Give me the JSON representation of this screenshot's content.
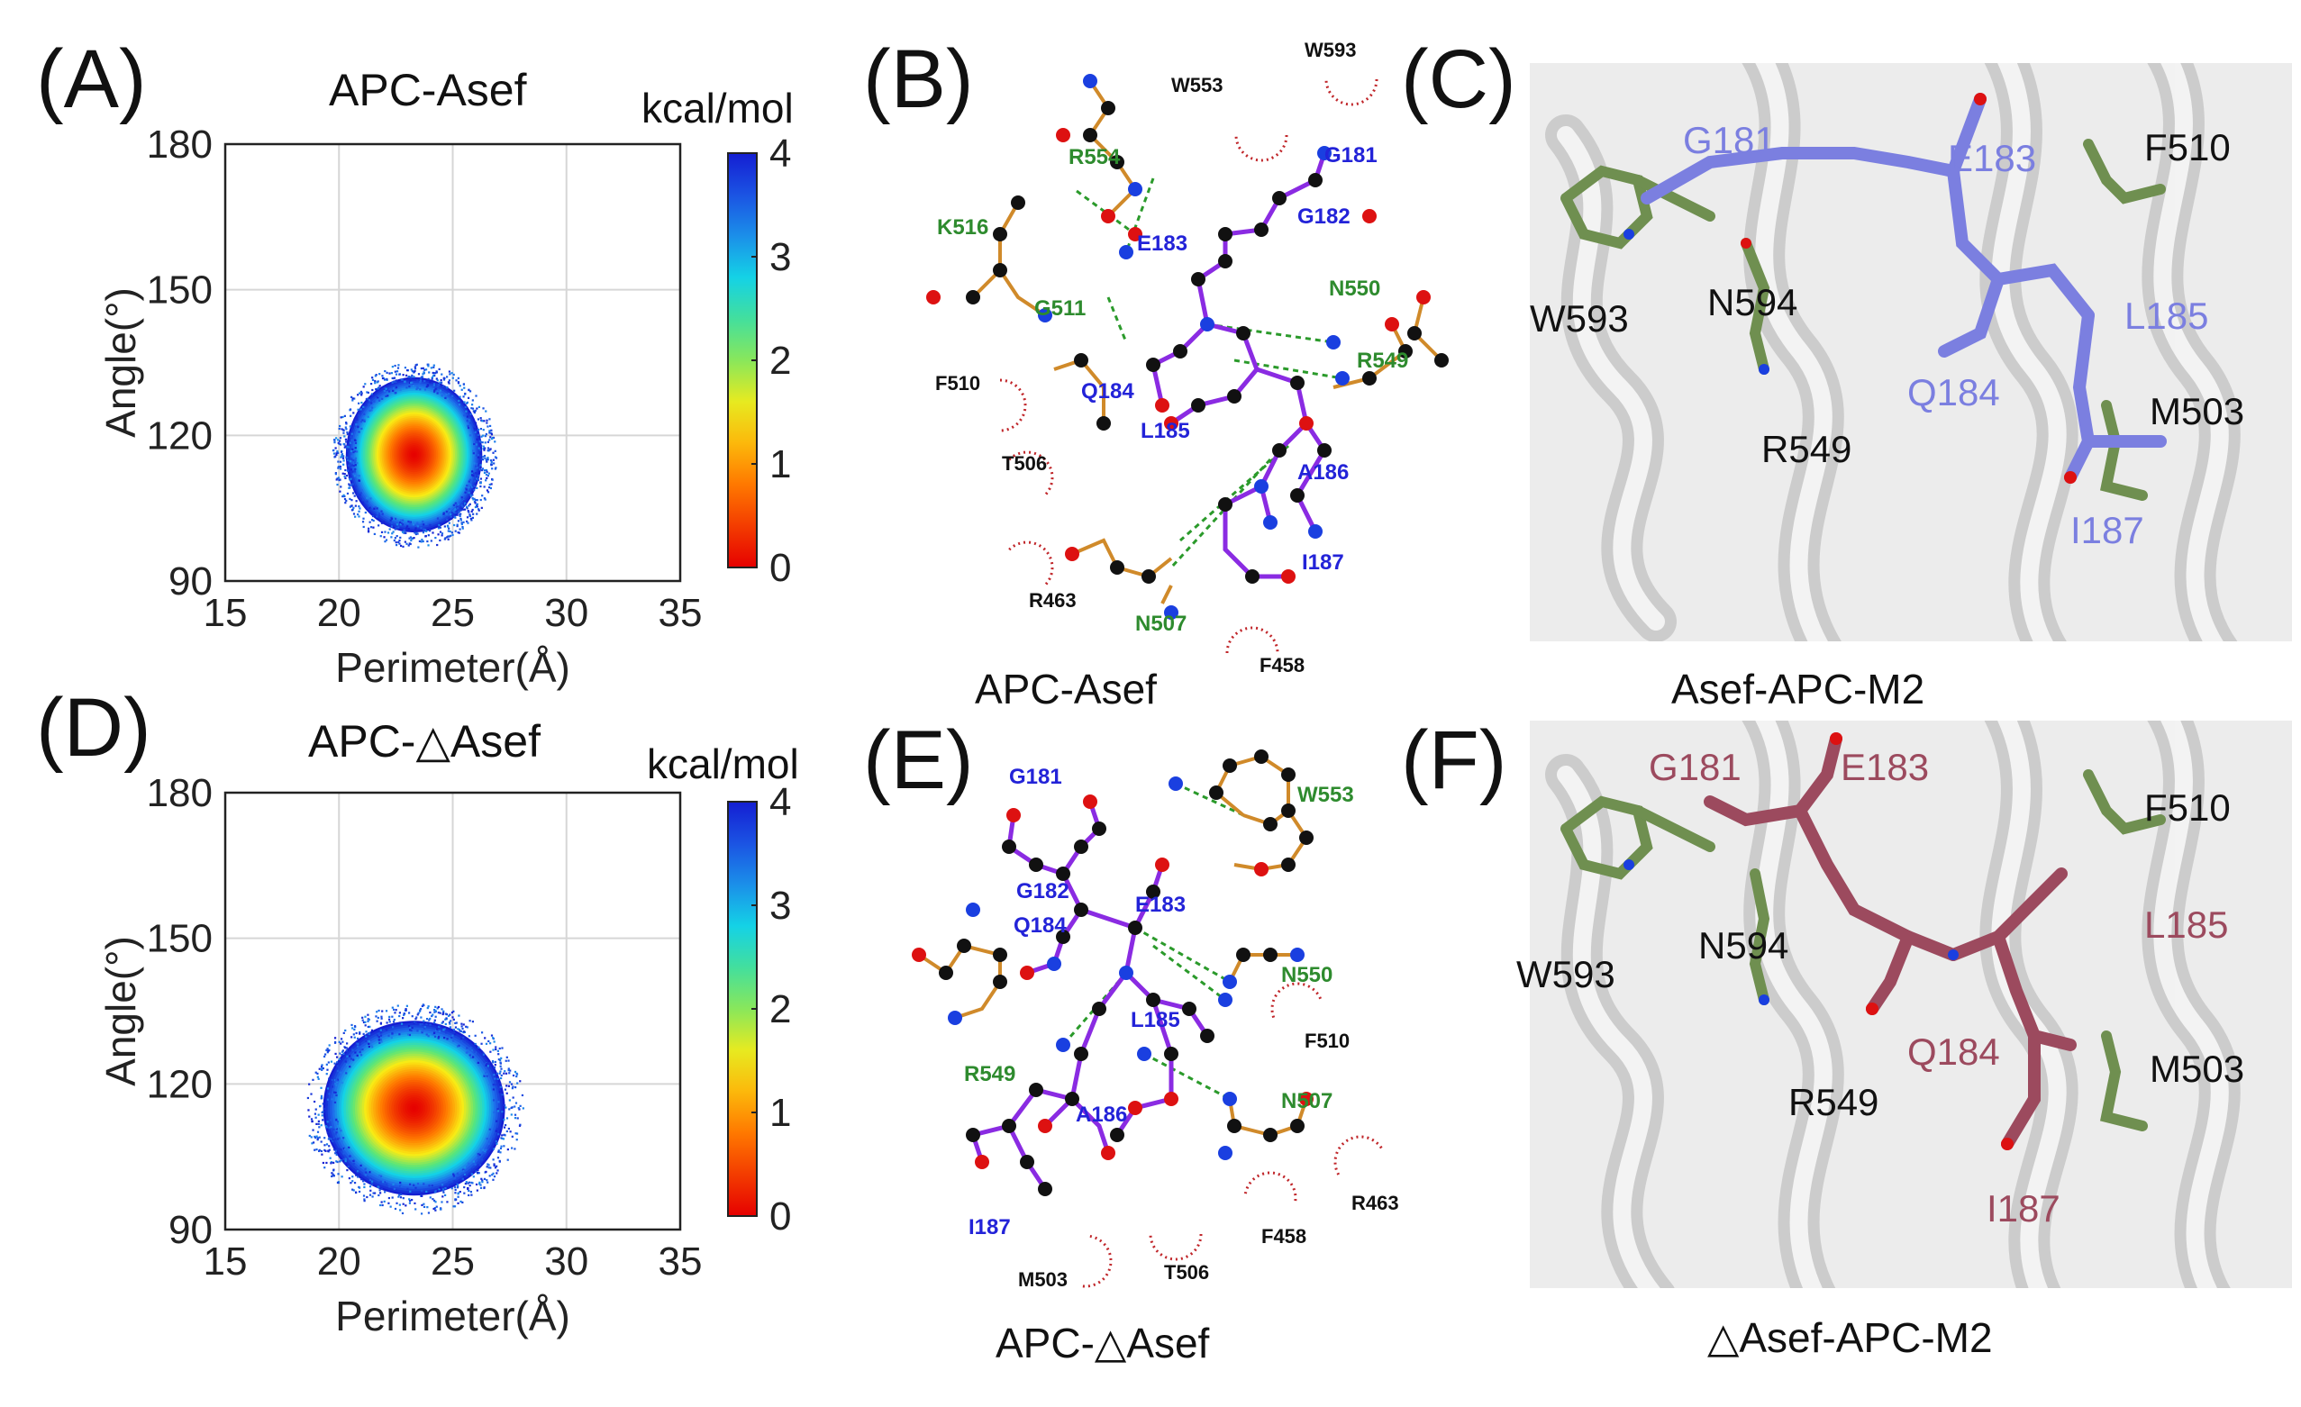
{
  "panels": {
    "A": {
      "letter": "(A)",
      "title": "APC-Asef",
      "colorbar_unit": "kcal/mol",
      "chart_data": {
        "type": "heatmap",
        "xlabel": "Perimeter(Å)",
        "ylabel": "Angle(°)",
        "xlim": [
          15,
          35
        ],
        "ylim": [
          90,
          180
        ],
        "xticks": [
          15,
          20,
          25,
          30,
          35
        ],
        "yticks": [
          90,
          120,
          150,
          180
        ],
        "colorbar": {
          "min": 0,
          "max": 4,
          "ticks": [
            0,
            1,
            2,
            3,
            4
          ],
          "label": "kcal/mol"
        },
        "minimum": {
          "x": 23.3,
          "y": 116
        },
        "spread": {
          "x_half": 3.0,
          "y_half": 16
        },
        "grid": true
      }
    },
    "B": {
      "letter": "(B)",
      "caption": "APC-Asef"
    },
    "C": {
      "letter": "(C)",
      "caption": "Asef-APC-M2",
      "labels": {
        "G181": "G181",
        "E183": "E183",
        "F510": "F510",
        "W593": "W593",
        "N594": "N594",
        "L185": "L185",
        "Q184": "Q184",
        "M503": "M503",
        "R549": "R549",
        "I187": "I187"
      }
    },
    "D": {
      "letter": "(D)",
      "title": "APC-△Asef",
      "colorbar_unit": "kcal/mol",
      "chart_data": {
        "type": "heatmap",
        "xlabel": "Perimeter(Å)",
        "ylabel": "Angle(°)",
        "xlim": [
          15,
          35
        ],
        "ylim": [
          90,
          180
        ],
        "xticks": [
          15,
          20,
          25,
          30,
          35
        ],
        "yticks": [
          90,
          120,
          150,
          180
        ],
        "colorbar": {
          "min": 0,
          "max": 4,
          "ticks": [
            0,
            1,
            2,
            3,
            4
          ],
          "label": "kcal/mol"
        },
        "minimum": {
          "x": 23.3,
          "y": 115
        },
        "spread": {
          "x_half": 4.0,
          "y_half": 18
        },
        "grid": true
      }
    },
    "E": {
      "letter": "(E)",
      "caption": "APC-△Asef"
    },
    "F": {
      "letter": "(F)",
      "caption": "△Asef-APC-M2",
      "labels": {
        "G181": "G181",
        "E183": "E183",
        "F510": "F510",
        "W593": "W593",
        "N594": "N594",
        "L185": "L185",
        "Q184": "Q184",
        "M503": "M503",
        "R549": "R549",
        "I187": "I187"
      }
    }
  },
  "ligplot_B": {
    "blue": [
      "G181",
      "G182",
      "E183",
      "Q184",
      "L185",
      "A186",
      "I187"
    ],
    "green": [
      "R554",
      "K516",
      "G511",
      "N550",
      "R549",
      "N507"
    ],
    "hydrophobic": [
      "W553",
      "W593",
      "F510",
      "T506",
      "R463",
      "F458"
    ]
  },
  "ligplot_E": {
    "blue": [
      "G181",
      "G182",
      "E183",
      "Q184",
      "L185",
      "A186",
      "I187"
    ],
    "green": [
      "W553",
      "N550",
      "R549",
      "N507"
    ],
    "hydrophobic": [
      "F510",
      "R463",
      "F458",
      "T506",
      "M503"
    ]
  },
  "colors": {
    "asef_blue": "#7b7fe0",
    "asef_red": "#9c4a5e",
    "apc_green": "#6f8f50",
    "ligand_label_blue": "#2323d8",
    "residue_label_green": "#2e8b2e",
    "hydrophobic_red": "#c0262a"
  }
}
